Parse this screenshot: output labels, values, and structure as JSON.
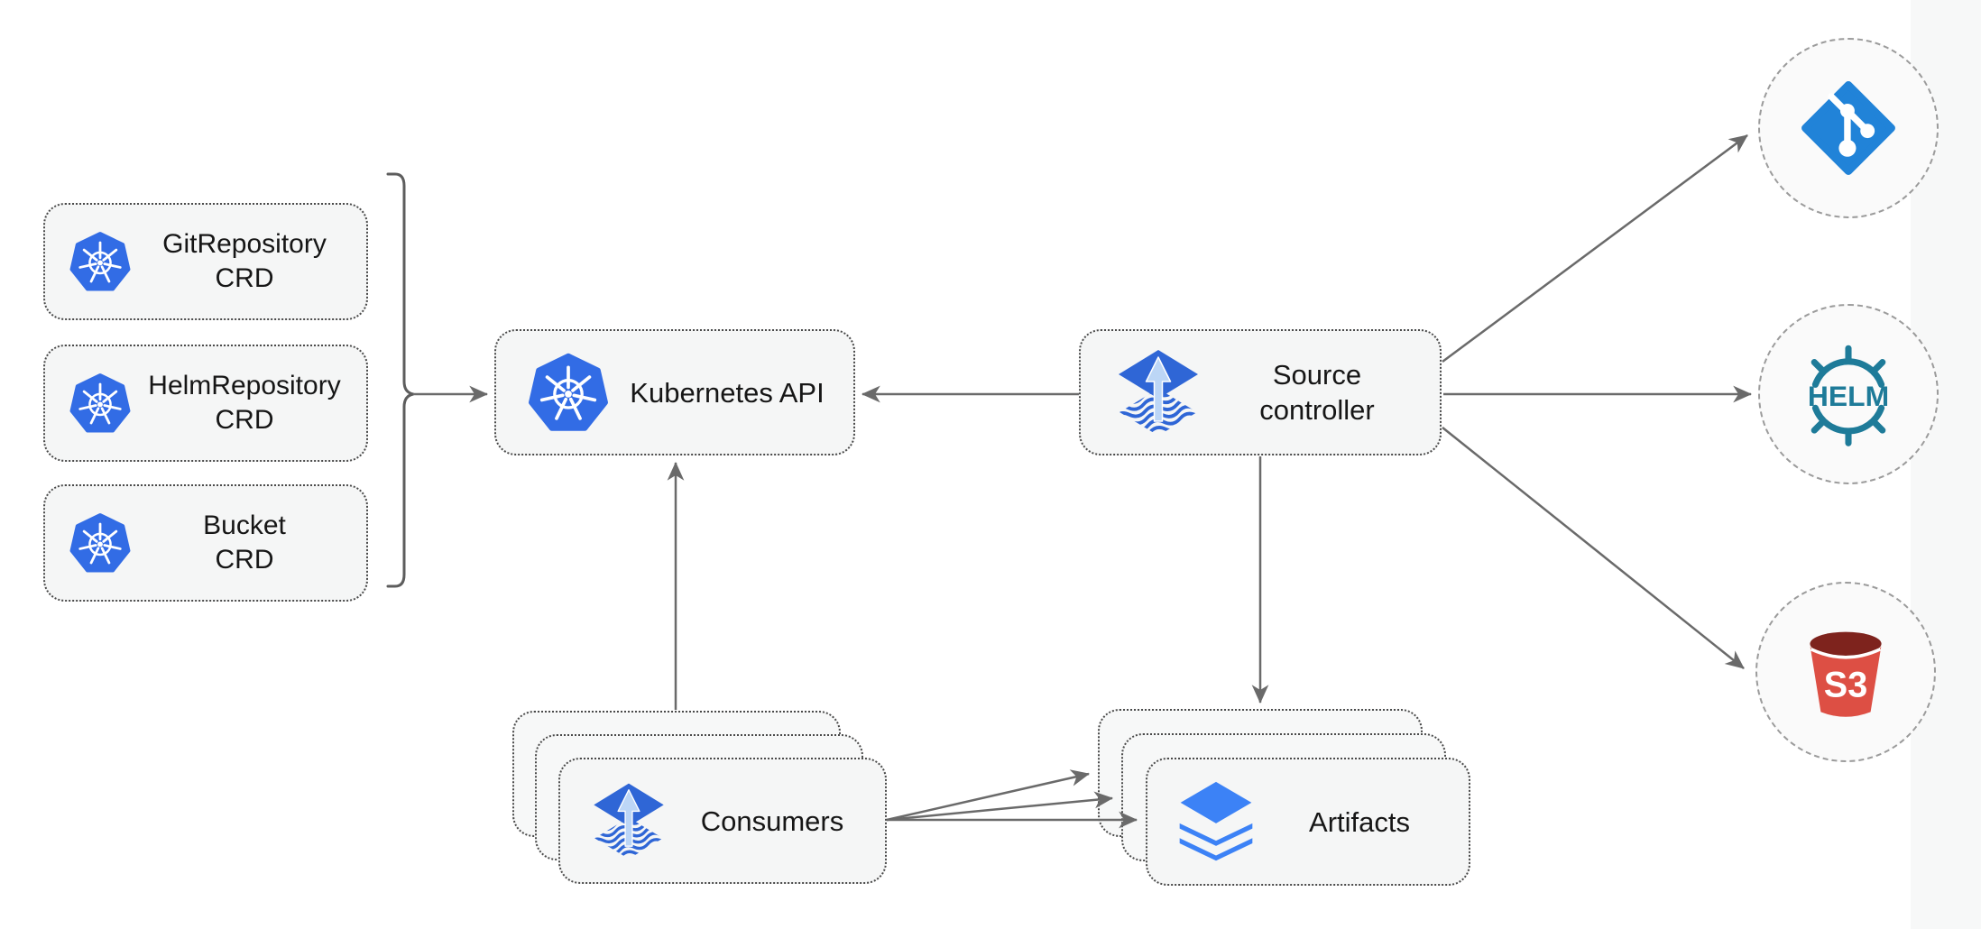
{
  "diagram": {
    "crd_boxes": [
      {
        "line1": "GitRepository",
        "line2": "CRD",
        "icon": "kubernetes-icon"
      },
      {
        "line1": "HelmRepository",
        "line2": "CRD",
        "icon": "kubernetes-icon"
      },
      {
        "line1": "Bucket",
        "line2": "CRD",
        "icon": "kubernetes-icon"
      }
    ],
    "kubernetes_api": {
      "label": "Kubernetes API",
      "icon": "kubernetes-icon"
    },
    "source_controller": {
      "line1": "Source",
      "line2": "controller",
      "icon": "flux-icon"
    },
    "consumers": {
      "label": "Consumers",
      "icon": "flux-icon",
      "stacked_copies": 3
    },
    "artifacts": {
      "label": "Artifacts",
      "icon": "layers-icon",
      "stacked_copies": 3
    },
    "external_sources": [
      {
        "name": "git",
        "icon": "git-icon"
      },
      {
        "name": "helm",
        "icon": "helm-wheel-icon",
        "label": "HELM"
      },
      {
        "name": "s3",
        "icon": "s3-bucket-icon",
        "label": "S3"
      }
    ],
    "edges": [
      {
        "from": "crd-boxes-bracket",
        "to": "kubernetes-api"
      },
      {
        "from": "source-controller",
        "to": "kubernetes-api"
      },
      {
        "from": "source-controller",
        "to": "git"
      },
      {
        "from": "source-controller",
        "to": "helm"
      },
      {
        "from": "source-controller",
        "to": "s3"
      },
      {
        "from": "source-controller",
        "to": "artifacts"
      },
      {
        "from": "consumers",
        "to": "kubernetes-api"
      },
      {
        "from": "consumers",
        "to": "artifacts",
        "count": 3
      }
    ],
    "colors": {
      "kubernetes_blue": "#326CE5",
      "flux_blue": "#2F66D6",
      "flux_arrow_light_blue": "#BCD6F6",
      "layers_blue": "#3C82F6",
      "git_blue": "#2183D8",
      "helm_teal": "#1E7B99",
      "s3_red": "#DD4F44",
      "s3_dark_red": "#7E231D",
      "connector_gray": "#6A6A6A",
      "node_fill": "#F5F6F6",
      "node_border_gray": "#4A4A4A",
      "circle_border_gray": "#9B9B9B"
    }
  }
}
